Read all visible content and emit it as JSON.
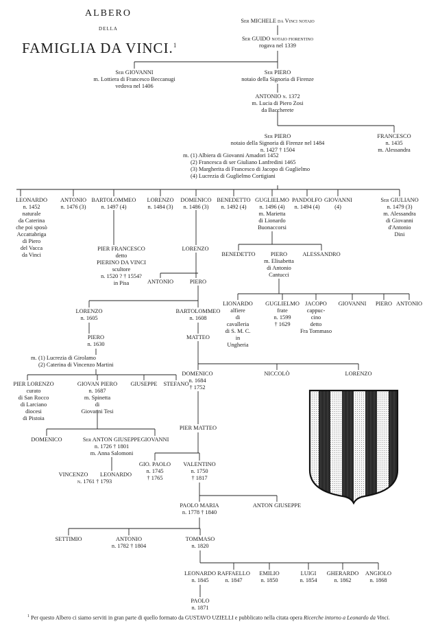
{
  "title": {
    "albero": "ALBERO",
    "della": "DELLA",
    "famiglia": "FAMIGLIA DA VINCI.",
    "note_mark": "1"
  },
  "p": {
    "michele": [
      "Ser MICHELE da Vinci notaio"
    ],
    "guido": [
      "Ser GUIDO notaio fiorentino",
      "rogava nel 1339"
    ],
    "giovanni_ser": [
      "Ser GIOVANNI",
      "m. Lottiera di Francesco Beccanugi",
      "vedova nel 1406"
    ],
    "piero1": [
      "Ser PIERO",
      "notaio della Signoria di Firenze"
    ],
    "antonio1": [
      "ANTONIO n. 1372",
      "m. Lucia di Piero Zosi",
      "da Baccherete"
    ],
    "piero2": [
      "Ser PIERO",
      "notaio della Signoria di Firenze nel 1484",
      "n. 1427 † 1504"
    ],
    "wives_piero2_lead": "m.",
    "wives_piero2": [
      "(1) Albiera di Giovanni Amadori 1452",
      "(2) Francesca di ser Giuliano Lanfredini 1465",
      "(3) Margherita di Francesco di Jacopo di Guglielmo",
      "(4) Lucrezia di Guglielmo Cortigiani"
    ],
    "francesco": [
      "FRANCESCO",
      "n. 1435",
      "m. Alessandra"
    ],
    "leonardo": [
      "LEONARDO",
      "n. 1452",
      "naturale",
      "da Caterina",
      "che poi sposò",
      "Accattabriga",
      "di Piero",
      "del Vacca",
      "da Vinci"
    ],
    "antonio2": [
      "ANTONIO",
      "n. 1476 (3)"
    ],
    "bartolommeo1": [
      "BARTOLOMMEO",
      "n. 1497 (4)"
    ],
    "lorenzo1": [
      "LORENZO",
      "n. 1484 (3)"
    ],
    "domenico1": [
      "DOMENICO",
      "n. 1486 (3)"
    ],
    "benedetto1": [
      "BENEDETTO",
      "n. 1492 (4)"
    ],
    "guglielmo1": [
      "GUGLIELMO",
      "n. 1496 (4)",
      "m. Marietta",
      "di Lionardo",
      "Buonaccorsi"
    ],
    "pandolfo": [
      "PANDOLFO",
      "n. 1494 (4)"
    ],
    "giovanni2": [
      "GIOVANNI",
      "(4)"
    ],
    "giuliano": [
      "Ser GIULIANO",
      "n. 1479 (3)",
      "m. Alessandra",
      "di Giovanni",
      "d'Antonio",
      "Dini"
    ],
    "pierfrancesco": [
      "PIER FRANCESCO",
      "detto",
      "PIERINO DA VINCI",
      "scultore",
      "n. 1520 ? † 1554?",
      "in Pisa"
    ],
    "lorenzo2": [
      "LORENZO"
    ],
    "antonio3": [
      "ANTONIO"
    ],
    "piero3": [
      "PIERO"
    ],
    "benedetto2": [
      "BENEDETTO"
    ],
    "piero4": [
      "PIERO",
      "m. Elisabetta",
      "di Antonio",
      "Cantucci"
    ],
    "alessandro": [
      "ALESSANDRO"
    ],
    "lionardo": [
      "LIONARDO",
      "alfiere",
      "di",
      "cavalleria",
      "di S. M. C.",
      "in",
      "Ungheria"
    ],
    "guglielmo2": [
      "GUGLIELMO",
      "frate",
      "n. 1599",
      "† 1629"
    ],
    "jacopo": [
      "JACOPO",
      "cappuc-",
      "cino",
      "detto",
      "Fra Tommaso"
    ],
    "giovanni3": [
      "GIOVANNI"
    ],
    "piero5": [
      "PIERO"
    ],
    "antonio4": [
      "ANTONIO"
    ],
    "lorenzo3": [
      "LORENZO",
      "n. 1605"
    ],
    "bartolommeo2": [
      "BARTOLOMMEO",
      "n. 1608"
    ],
    "matteo": [
      "MATTEO"
    ],
    "piero6": [
      "PIERO",
      "n. 1630"
    ],
    "wives_piero6_lead": "m.",
    "wives_piero6": [
      "(1) Lucrezia di Girolamo",
      "(2) Caterina di Vincenzo Martini"
    ],
    "domenico2": [
      "DOMENICO",
      "n. 1684",
      "† 1752"
    ],
    "niccolo": [
      "NICCOLÒ"
    ],
    "lorenzo4": [
      "LORENZO"
    ],
    "pierlorenzo": [
      "PIER LORENZO",
      "curato",
      "di San Rocco",
      "di Larciano",
      "diocesi",
      "di Pistoia"
    ],
    "giovanpiero": [
      "GIOVAN PIERO",
      "n. 1687",
      "m. Spinetta",
      "di",
      "Giovanni Tesi"
    ],
    "giuseppe1": [
      "GIUSEPPE"
    ],
    "stefano": [
      "STEFANO"
    ],
    "piermatteo": [
      "PIER MATTEO"
    ],
    "domenico3": [
      "DOMENICO"
    ],
    "antongiuseppe1": [
      "Ser ANTON GIUSEPPE",
      "n. 1726 † 1801",
      "m. Anna Salomoni"
    ],
    "giovanni4": [
      "GIOVANNI"
    ],
    "giopaolo": [
      "GIO. PAOLO",
      "n. 1745",
      "† 1765"
    ],
    "valentino": [
      "VALENTINO",
      "n. 1750",
      "† 1817"
    ],
    "vincenzo": [
      "VINCENZO"
    ],
    "leonardo2": [
      "LEONARDO"
    ],
    "vinleo_dates": [
      "n. 1761 † 1793"
    ],
    "paolomaria": [
      "PAOLO MARIA",
      "n. 1778 † 1840"
    ],
    "antongiuseppe2": [
      "ANTON GIUSEPPE"
    ],
    "settimio": [
      "SETTIMIO"
    ],
    "antonio5": [
      "ANTONIO",
      "n. 1782 † 1804"
    ],
    "tommaso": [
      "TOMMASO",
      "n. 1820"
    ],
    "leonardo3": [
      "LEONARDO",
      "n. 1845"
    ],
    "raffaello": [
      "RAFFAELLO",
      "n. 1847"
    ],
    "emilio": [
      "EMILIO",
      "n. 1850"
    ],
    "luigi": [
      "LUIGI",
      "n. 1854"
    ],
    "gherardo": [
      "GHERARDO",
      "n. 1862"
    ],
    "angiolo": [
      "ANGIOLO",
      "n. 1868"
    ],
    "paolo": [
      "PAOLO",
      "n. 1871"
    ]
  },
  "footnote": {
    "mark": "1",
    "text_a": "Per questo Albero ci siamo serviti in gran parte di quello formato da ",
    "author": "GUSTAVO UZIELLI",
    "text_b": " e pubblicato nella citata opera ",
    "work": "Ricerche intorno a Leonardo da Vinci",
    "text_c": "."
  },
  "shield": {
    "stripe_dark": "#2a2a2a",
    "stripe_light": "#f4f4f4",
    "outline": "#111111"
  }
}
